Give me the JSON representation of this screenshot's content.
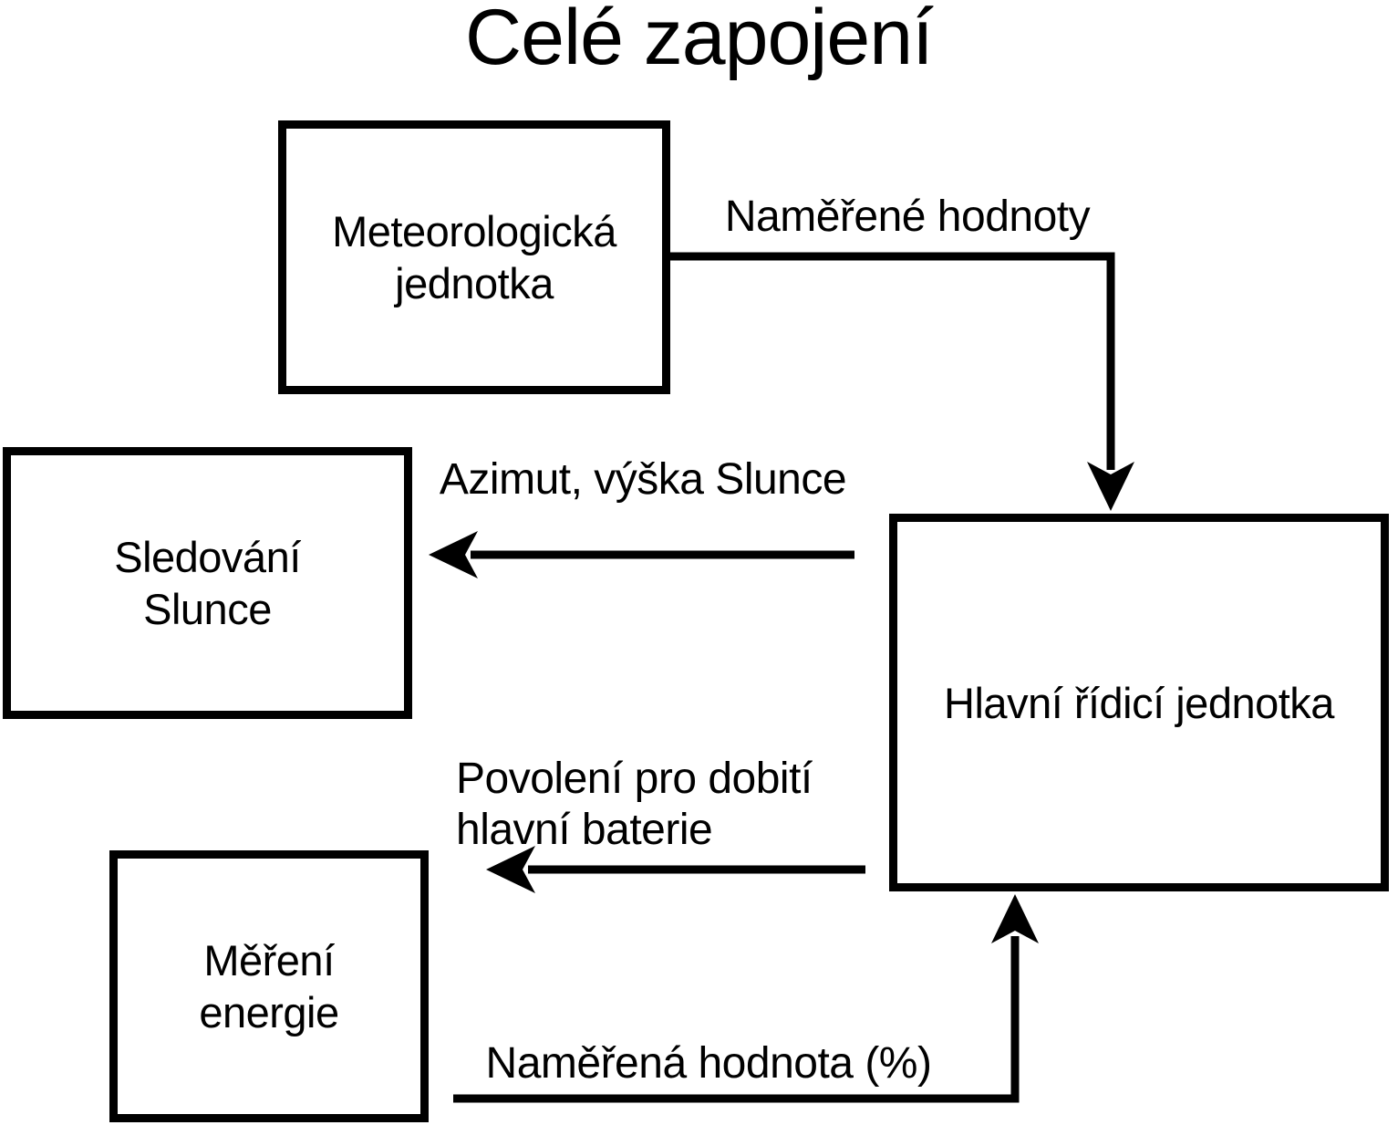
{
  "title": "Celé zapojení",
  "colors": {
    "ink": "#000000",
    "bg": "#ffffff"
  },
  "nodes": [
    {
      "id": "meteorologicka-jednotka",
      "label_lines": [
        "Meteorologická",
        "jednotka"
      ]
    },
    {
      "id": "sledovani-slunce",
      "label_lines": [
        "Sledování",
        "Slunce"
      ]
    },
    {
      "id": "mereni-energie",
      "label_lines": [
        "Měření",
        "energie"
      ]
    },
    {
      "id": "hlavni-ridici-jednotka",
      "label_lines": [
        "Hlavní řídicí jednotka"
      ]
    }
  ],
  "edges": [
    {
      "id": "namerene-hodnoty",
      "label": "Naměřené hodnoty",
      "from": "meteorologicka-jednotka",
      "to": "hlavni-ridici-jednotka"
    },
    {
      "id": "azimut-vyska-slunce",
      "label": "Azimut, výška Slunce",
      "from": "hlavni-ridici-jednotka",
      "to": "sledovani-slunce"
    },
    {
      "id": "povoleni-dobiti",
      "label_lines": [
        "Povolení pro dobití",
        "hlavní baterie"
      ],
      "from": "hlavni-ridici-jednotka",
      "to": "mereni-energie"
    },
    {
      "id": "namerena-hodnota-procenta",
      "label": "Naměřená hodnota (%)",
      "from": "mereni-energie",
      "to": "hlavni-ridici-jednotka"
    }
  ]
}
